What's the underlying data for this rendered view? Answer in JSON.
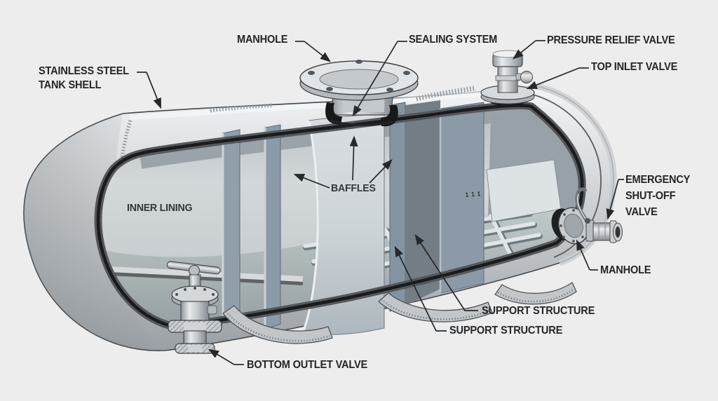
{
  "figure": {
    "type": "technical-cutaway-diagram",
    "subject": "stainless steel storage tank cutaway"
  },
  "labels": {
    "tank_shell": {
      "lines": [
        "STAINLESS STEEL",
        "TANK SHELL"
      ]
    },
    "manhole_top": {
      "text": "MANHOLE"
    },
    "sealing_system": {
      "text": "SEALING SYSTEM"
    },
    "pressure_relief_valve": {
      "text": "PRESSURE RELIEF VALVE"
    },
    "top_inlet_valve": {
      "text": "TOP INLET VALVE"
    },
    "emergency_shutoff_valve": {
      "lines": [
        "EMERGENCY",
        "SHUT-OFF",
        "VALVE"
      ]
    },
    "manhole_side": {
      "text": "MANHOLE"
    },
    "inner_lining": {
      "text": "INNER LINING"
    },
    "baffles": {
      "text": "BAFFLES"
    },
    "support_structure_1": {
      "text": "SUPPORT STRUCTURE"
    },
    "support_structure_2": {
      "text": "SUPPORT STRUCTURE"
    },
    "bottom_outlet_valve": {
      "text": "BOTTOM OUTLET VALVE"
    },
    "baffle_marking": {
      "text": "1 1 1"
    }
  },
  "colors": {
    "background": "#ededee",
    "shell_light": "#eff1f2",
    "shell_dark": "#9aa0a5",
    "gasket_black": "#1a1b1d",
    "lining": "#ccd1d4",
    "baffle_blue_gray": "#8fa0ac",
    "floor_gray_green": "#b3bcbd",
    "label_text": "#232527",
    "leader_line": "#26282a"
  }
}
